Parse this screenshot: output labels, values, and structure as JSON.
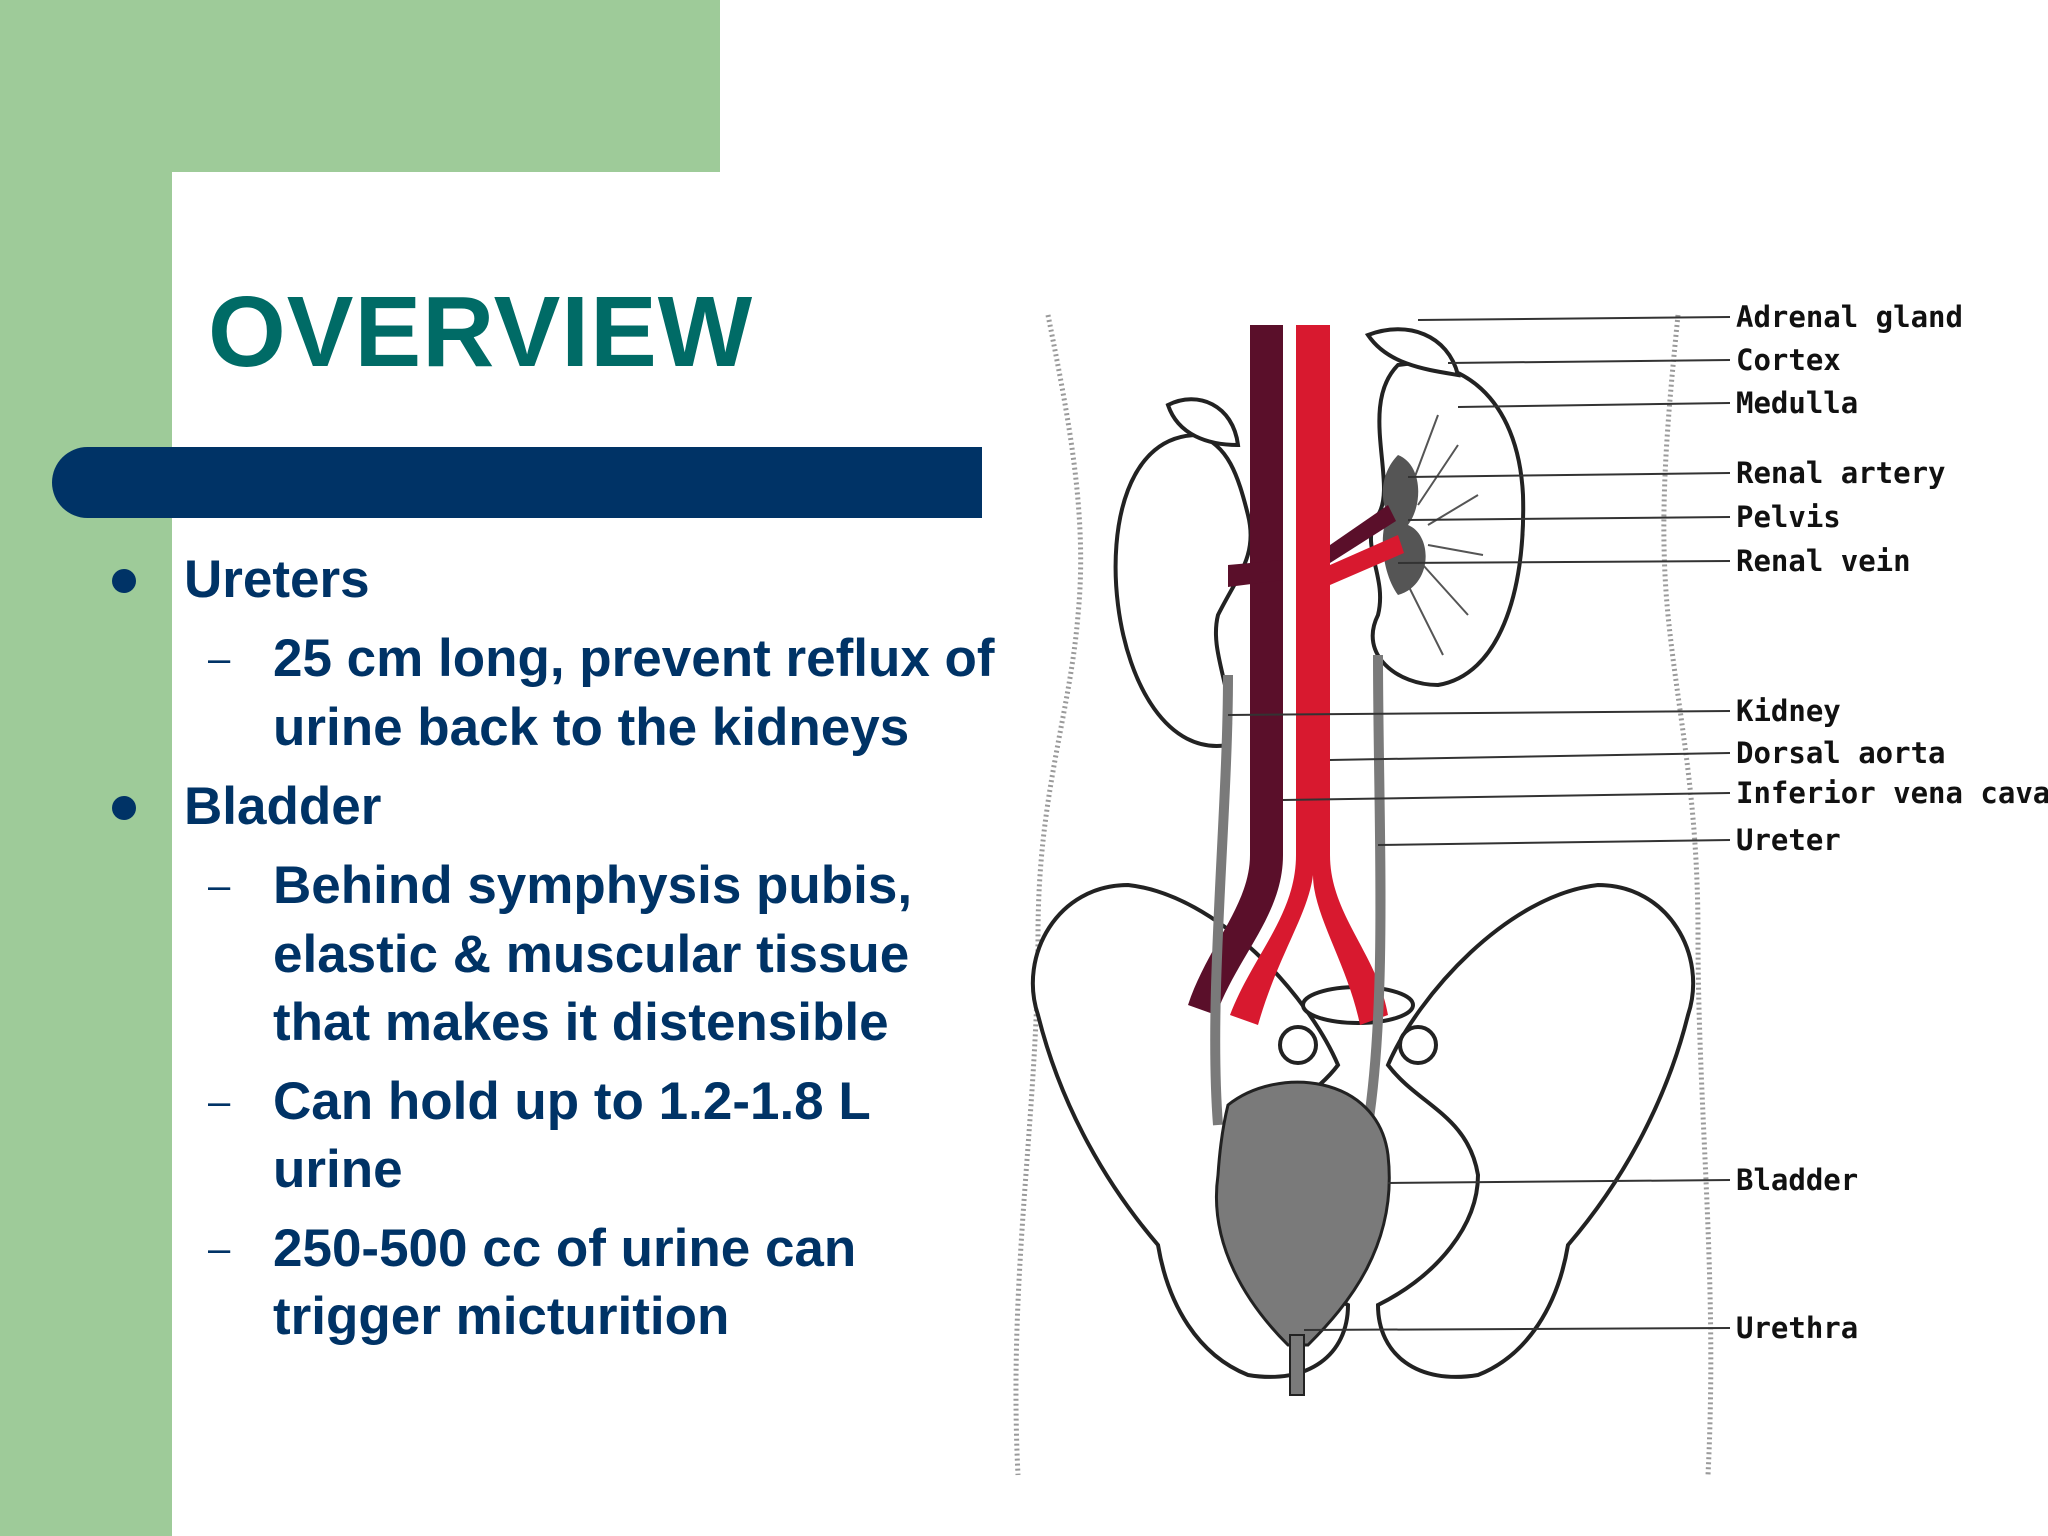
{
  "slide": {
    "title": "OVERVIEW",
    "bullets": [
      {
        "label": "Ureters",
        "subs": [
          "25 cm long, prevent reflux of urine back to the kidneys"
        ]
      },
      {
        "label": "Bladder",
        "subs": [
          "Behind symphysis pubis, elastic & muscular tissue that makes it distensible",
          "Can hold up to 1.2-1.8 L urine",
          "250-500 cc of urine can trigger micturition"
        ]
      }
    ]
  },
  "figure": {
    "labels": {
      "adrenal_gland": "Adrenal gland",
      "cortex": "Cortex",
      "medulla": "Medulla",
      "renal_artery": "Renal artery",
      "pelvis": "Pelvis",
      "renal_vein": "Renal vein",
      "kidney": "Kidney",
      "dorsal_aorta": "Dorsal aorta",
      "inferior_vena_cava": "Inferior vena cava",
      "ureter": "Ureter",
      "bladder": "Bladder",
      "urethra": "Urethra"
    }
  },
  "colors": {
    "sidebar_green": "#9ecb99",
    "title_teal": "#006b66",
    "navy": "#003366",
    "artery_red": "#d8192f",
    "vein_dark": "#5a0f2a",
    "bladder_gray": "#7a7a7a"
  }
}
